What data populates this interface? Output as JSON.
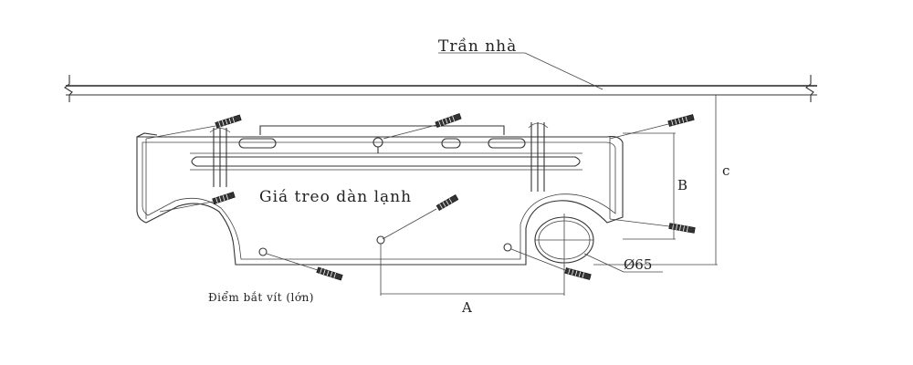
{
  "labels": {
    "ceiling": "Trần nhà",
    "bracket": "Giá treo dàn lạnh",
    "screw_point": "Điểm bắt vít (lớn)",
    "dim_a": "A",
    "dim_b": "B",
    "dim_c": "c",
    "hole_diameter": "Ø65"
  },
  "icons": {
    "screw": "screw-icon"
  }
}
